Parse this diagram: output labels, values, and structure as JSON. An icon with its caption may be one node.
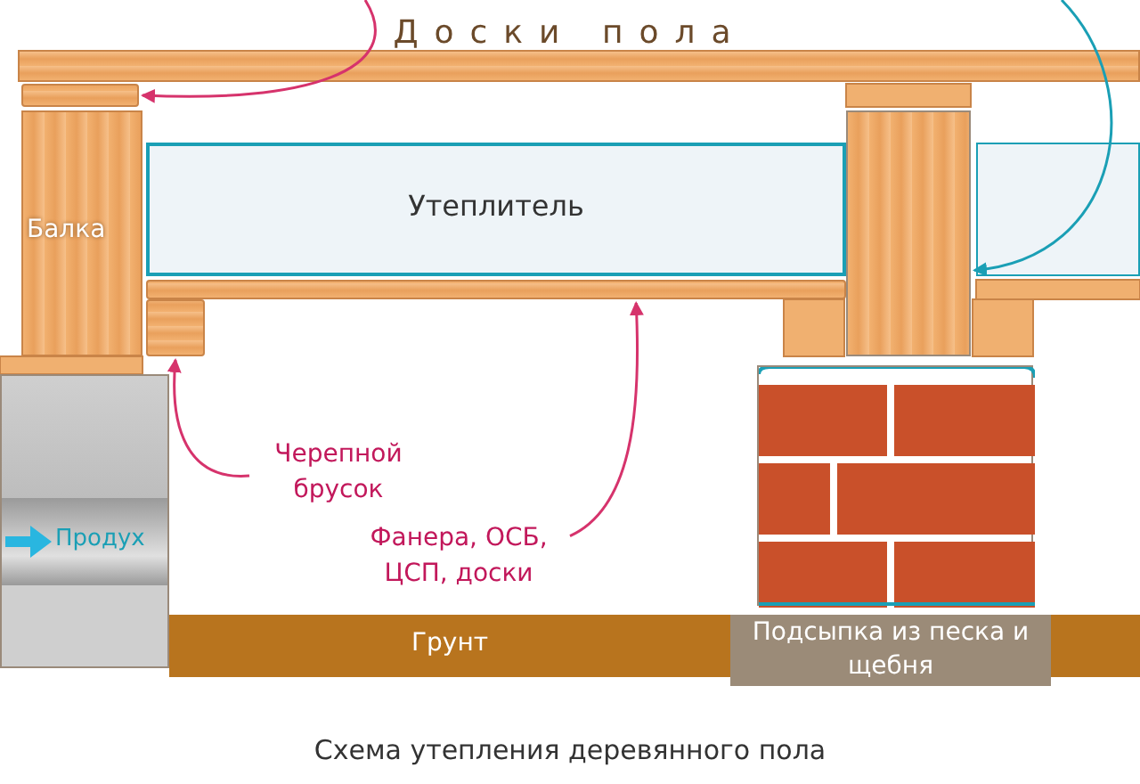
{
  "diagram": {
    "caption": "Схема утепления деревянного пола",
    "nodes": [
      {
        "text": [
          "Доски пола"
        ]
      },
      {
        "text": [],
        "shape": "bar"
      },
      {
        "text": [
          "Балка"
        ]
      },
      {
        "text": [
          "Утеплитель"
        ]
      },
      {
        "text": [],
        "shape": "bar"
      },
      {
        "text": [],
        "shape": "bar"
      },
      {
        "text": [],
        "shape": "box"
      },
      {
        "text": [],
        "shape": "box"
      },
      {
        "text": [
          "Продух"
        ],
        "in": 7
      },
      {
        "text": [],
        "shape": "box"
      },
      {
        "text": [
          "Черепной брусок"
        ]
      },
      {
        "text": [
          "Фанера, ОСБ, ЦСП, доски"
        ]
      },
      {
        "text": [
          "Грунт"
        ]
      },
      {
        "text": [
          "Подсыпка из песка и щебня"
        ]
      },
      {
        "text": [],
        "shape": "box"
      }
    ],
    "edges": [
      {
        "from": null,
        "to": 1,
        "arrow": "to"
      },
      {
        "from": null,
        "to": 6,
        "arrow": "to",
        "color": "#1a9fb5"
      },
      {
        "from": 10,
        "to": 5,
        "arrow": "to"
      },
      {
        "from": 11,
        "to": 4,
        "arrow": "to"
      }
    ]
  }
}
